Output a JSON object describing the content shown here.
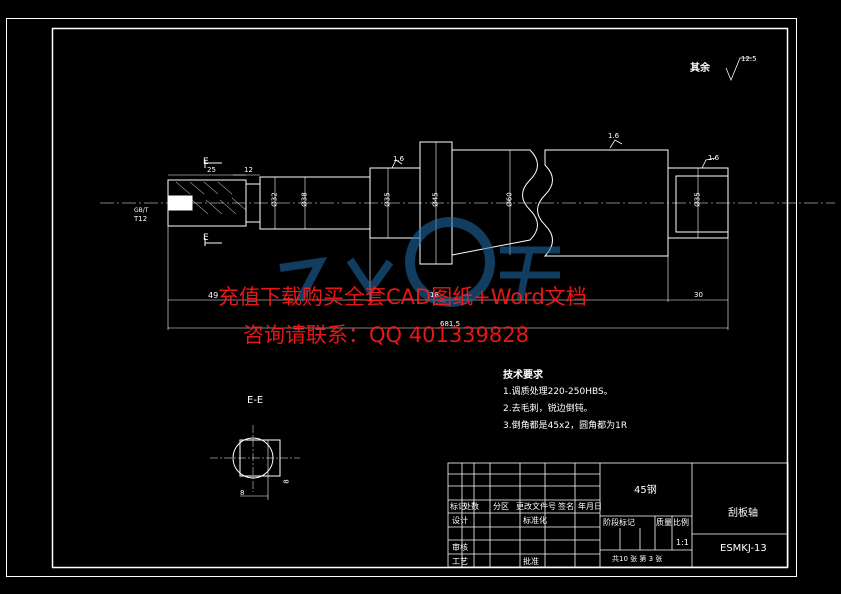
{
  "roughness": {
    "label": "其余",
    "value": "12.5"
  },
  "surface_marks": [
    "1.6",
    "1.6",
    "1.6"
  ],
  "section_label": "E-E",
  "section_marks": {
    "top": "E",
    "bottom": "E"
  },
  "dims": {
    "d25": "25",
    "d12": "12",
    "d32": "Ø32",
    "d38": "Ø38",
    "d35a": "Ø35",
    "d45": "Ø45",
    "d60": "Ø60",
    "d35b": "Ø35",
    "len49": "49",
    "len18": "18",
    "len30": "30",
    "len6815": "681.5",
    "thread": "GB/T",
    "t12": "T12",
    "kw_w": "8",
    "kw_d": "8"
  },
  "tech_requirements": {
    "title": "技术要求",
    "items": [
      "1.调质处理220-250HBS。",
      "2.去毛刺，锐边倒钝。",
      "3.倒角都是45x2，圆角都为1R"
    ]
  },
  "watermark": {
    "line1": "充值下载购买全套CAD图纸+Word文档",
    "line2": "咨询请联系：QQ 401339828"
  },
  "title_block": {
    "material": "45钢",
    "part_name": "刮板轴",
    "drawing_no": "ESMKJ-13",
    "scale": "1:1",
    "sheets": "共10 张   第 3 张",
    "headers1": [
      "标记",
      "处数",
      "分区",
      "更改文件号",
      "签名",
      "年月日"
    ],
    "headers2": [
      "设计",
      "标准化"
    ],
    "stage_headers": [
      "阶段标记",
      "质量",
      "比例"
    ],
    "rows": [
      "审核",
      "工艺"
    ],
    "approve": "批准"
  }
}
